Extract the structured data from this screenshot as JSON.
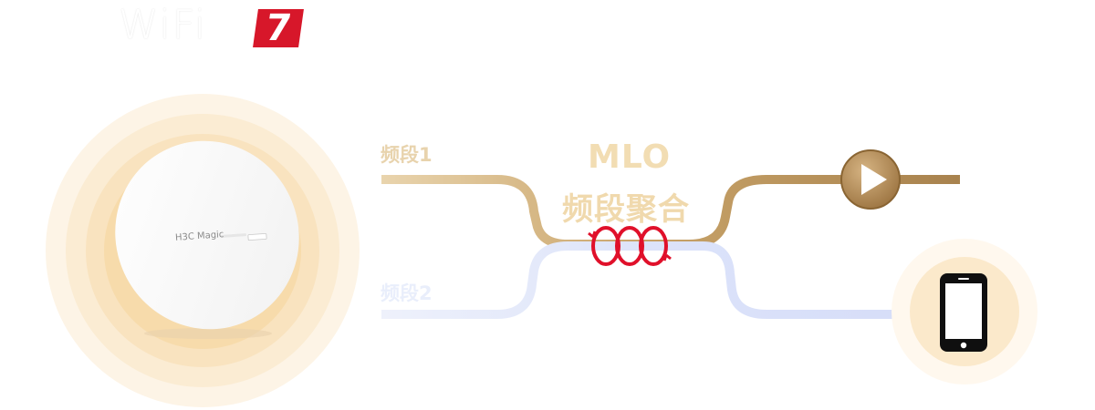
{
  "logo": {
    "wifi_text": "WiFi",
    "version": "7",
    "accent": "#d7172a"
  },
  "band1": {
    "label": "频段1",
    "color": "#c9a46a"
  },
  "band2": {
    "label": "频段2",
    "color": "#dfe6fb"
  },
  "mlo": {
    "title": "MLO",
    "subtitle": "频段聚合"
  },
  "device": {
    "brand": "H3C Magic"
  },
  "icons": {
    "play": "play-icon",
    "phone": "smartphone-icon",
    "aggregation": "link-aggregation-icon"
  },
  "colors": {
    "gold": "#b8905a",
    "light_gold": "#f2ddb3",
    "red": "#e0102a",
    "blue_light": "#dfe6fb"
  }
}
